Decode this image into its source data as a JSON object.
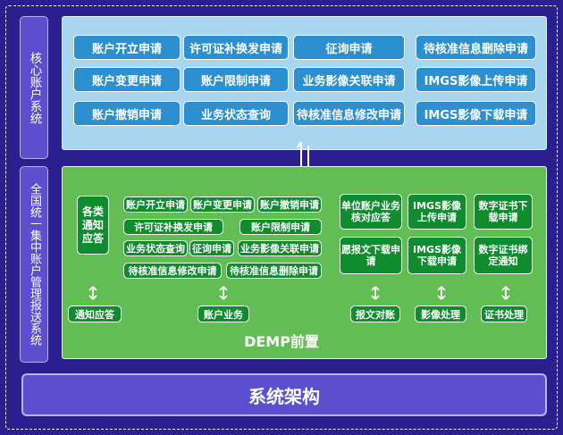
{
  "side_labels": {
    "core": "核心账户系统",
    "national": "全国统一集中账户管理报送系统"
  },
  "core_buttons": [
    [
      "账户开立申请",
      "许可证补换发申请",
      "征询申请",
      "待核准信息删除申请"
    ],
    [
      "账户变更申请",
      "账户限制申请",
      "业务影像关联申请",
      "IMGS影像上传申请"
    ],
    [
      "账户撤销申请",
      "业务状态查询",
      "待核准信息修改申请",
      "IMGS影像下载申请"
    ]
  ],
  "demp": {
    "title": "DEMP前置",
    "notify_block": "各类通知应答",
    "account_small": [
      "账户开立申请",
      "账户变更申请",
      "账户撤销申请",
      "许可证补换发申请",
      "账户限制申请",
      "业务状态查询",
      "征询申请",
      "业务影像关联申请",
      "待核准信息修改申请",
      "待核准信息删除申请"
    ],
    "right_blocks": [
      "单位账户业务核对应答",
      "IMGS影像上传申请",
      "数字证书下载申请",
      "愿报文下载申请",
      "IMGS影像下载申请",
      "数字证书绑定通知"
    ],
    "bottom_tags": [
      "通知应答",
      "账户业务",
      "报文对账",
      "影像处理",
      "证书处理"
    ]
  },
  "arch_title": "系统架构"
}
